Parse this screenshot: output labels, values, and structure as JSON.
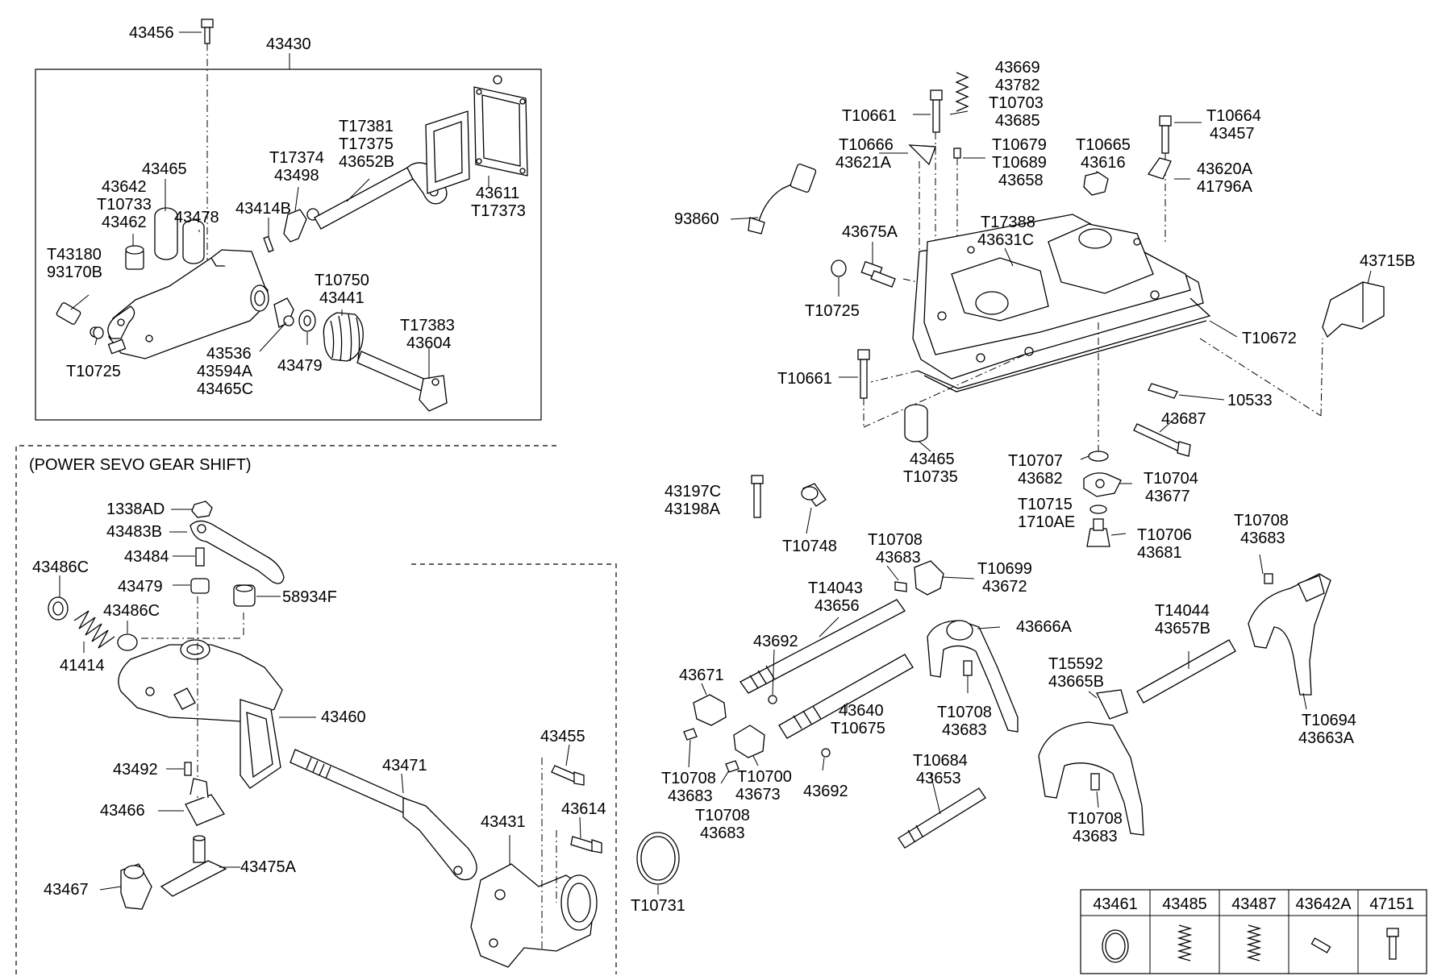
{
  "section_title": "(POWER SEVO GEAR SHIFT)",
  "callouts": {
    "p43456": "43456",
    "p43430": "43430",
    "p43465": "43465",
    "p43642": "43642",
    "p43642_2": "T10733",
    "p43642_3": "43462",
    "p43478": "43478",
    "p43180": "T43180",
    "p43180_2": "93170B",
    "p43414": "43414B",
    "p17374": "T17374",
    "p17374_2": "43498",
    "p17381": "T17381",
    "p17381_2": "T17375",
    "p17381_3": "43652B",
    "p43611": "43611",
    "p43611_2": "T17373",
    "p10750": "T10750",
    "p10750_2": "43441",
    "p17383": "T17383",
    "p17383_2": "43604",
    "p43536": "43536",
    "p43536_2": "43594A",
    "p43536_3": "43465C",
    "p43479a": "43479",
    "p10725a": "T10725",
    "p1338": "1338AD",
    "p43483": "43483B",
    "p43484": "43484",
    "p43486c1": "43486C",
    "p43479b": "43479",
    "p58934": "58934F",
    "p43486c2": "43486C",
    "p41414": "41414",
    "p43460": "43460",
    "p43492": "43492",
    "p43471": "43471",
    "p43455": "43455",
    "p43466": "43466",
    "p43614": "43614",
    "p43431": "43431",
    "p43467": "43467",
    "p43475": "43475A",
    "p43669": "43669",
    "p43669_2": "43782",
    "p43669_3": "T10703",
    "p43669_4": "43685",
    "p10661a": "T10661",
    "p10664": "T10664",
    "p10664_2": "43457",
    "p10666": "T10666",
    "p10666_2": "43621A",
    "p10679": "T10679",
    "p10679_2": "T10689",
    "p10679_3": "43658",
    "p10665": "T10665",
    "p10665_2": "43616",
    "p43620": "43620A",
    "p43620_2": "41796A",
    "p93860": "93860",
    "p43675": "43675A",
    "p17388": "T17388",
    "p17388_2": "43631C",
    "p43715": "43715B",
    "p10725b": "T10725",
    "p10672": "T10672",
    "p10661b": "T10661",
    "p10533": "10533",
    "p43687": "43687",
    "p43465b": "43465",
    "p43465b_2": "T10735",
    "p10707": "T10707",
    "p10707_2": "43682",
    "p10704": "T10704",
    "p10704_2": "43677",
    "p43197": "43197C",
    "p43197_2": "43198A",
    "p10715": "T10715",
    "p10715_2": "1710AE",
    "p10748": "T10748",
    "p10706": "T10706",
    "p10706_2": "43681",
    "p10708a": "T10708",
    "p10708a_2": "43683",
    "p10708b": "T10708",
    "p10708b_2": "43683",
    "p10699": "T10699",
    "p10699_2": "43672",
    "p14043": "T14043",
    "p14043_2": "43656",
    "p43666": "43666A",
    "p14044": "T14044",
    "p14044_2": "43657B",
    "p43692a": "43692",
    "p43671": "43671",
    "p15592": "T15592",
    "p15592_2": "43665B",
    "p10708c": "T10708",
    "p10708c_2": "43683",
    "p43640": "43640",
    "p43640_2": "T10675",
    "p10694": "T10694",
    "p10694_2": "43663A",
    "p10708d": "T10708",
    "p10708d_2": "43683",
    "p10700": "T10700",
    "p10700_2": "43673",
    "p10684": "T10684",
    "p10684_2": "43653",
    "p43692b": "43692",
    "p10708e": "T10708",
    "p10708e_2": "43683",
    "p10708f": "T10708",
    "p10708f_2": "43683",
    "p10731": "T10731"
  },
  "kit_table": [
    "43461",
    "43485",
    "43487",
    "43642A",
    "47151"
  ]
}
